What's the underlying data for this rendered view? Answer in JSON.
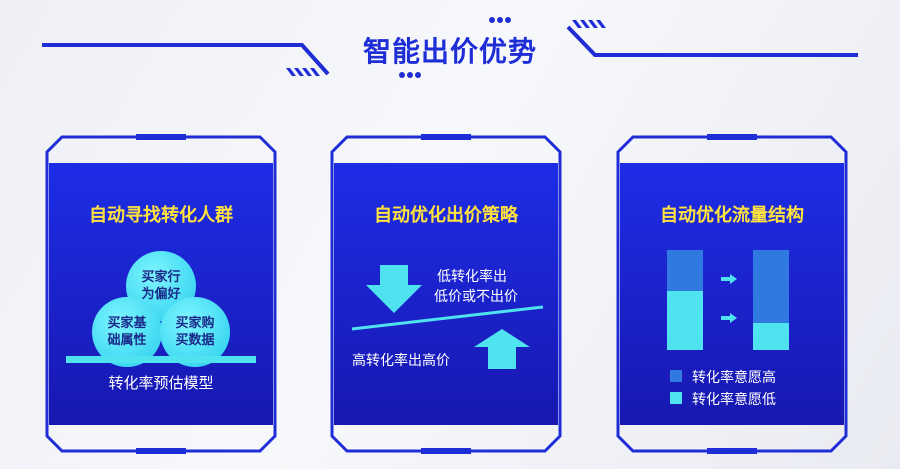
{
  "title": "智能出价优势",
  "colors": {
    "accent": "#1f2dd6",
    "card_bg": "#1d2de6",
    "card_title": "#ffe23d",
    "cyan": "#4fe3f0",
    "mid_blue": "#2f79e0"
  },
  "cards": [
    {
      "title": "自动寻找转化人群",
      "bubbles": [
        {
          "line1": "买家行",
          "line2": "为偏好"
        },
        {
          "line1": "买家基",
          "line2": "础属性"
        },
        {
          "line1": "买家购",
          "line2": "买数据"
        }
      ],
      "caption": "转化率预估模型"
    },
    {
      "title": "自动优化出价策略",
      "down_line1": "低转化率出",
      "down_line2": "低价或不出价",
      "up_label": "高转化率出高价"
    },
    {
      "title": "自动优化流量结构",
      "bars": [
        {
          "high_share": 0.41,
          "low_share": 0.59
        },
        {
          "high_share": 0.73,
          "low_share": 0.27
        }
      ],
      "legend": [
        {
          "label": "转化率意愿高",
          "color": "#2f79e0"
        },
        {
          "label": "转化率意愿低",
          "color": "#4fe3f0"
        }
      ]
    }
  ]
}
